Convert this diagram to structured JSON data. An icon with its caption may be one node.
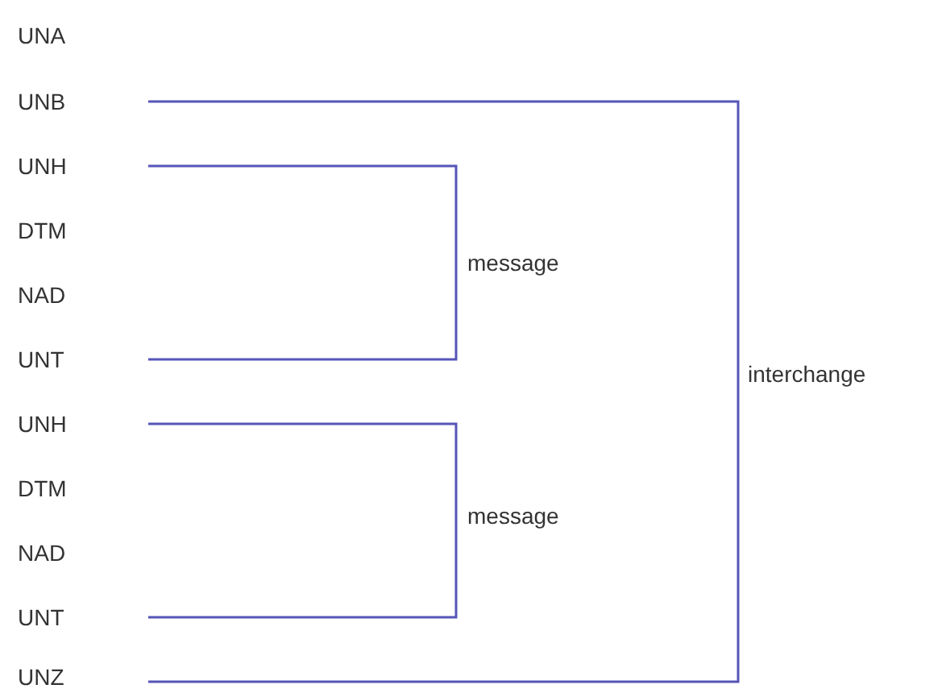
{
  "diagram": {
    "labels": [
      "UNA",
      "UNB",
      "UNH",
      "DTM",
      "message",
      "NAD",
      "UNT",
      "interchange",
      "UNH",
      "DTM",
      "message",
      "NAD",
      "UNT",
      "UNZ"
    ]
  }
}
